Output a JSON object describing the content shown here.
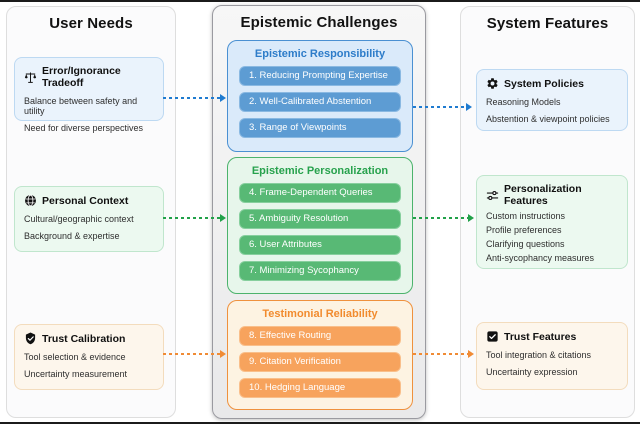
{
  "palette": {
    "blue": "#5d9cd3",
    "green": "#58b975",
    "orange": "#f7a35d",
    "arrow_blue": "#1f7bd0",
    "arrow_green": "#21a149",
    "arrow_orange": "#f08b35"
  },
  "columns": {
    "user_needs": {
      "title": "User Needs",
      "boxes": [
        {
          "icon": "scales-icon",
          "title": "Error/Ignorance Tradeoff",
          "lines": [
            "Balance between safety and utility",
            "Need for diverse perspectives"
          ]
        },
        {
          "icon": "globe-icon",
          "title": "Personal Context",
          "lines": [
            "Cultural/geographic context",
            "Background & expertise"
          ]
        },
        {
          "icon": "shield-check-icon",
          "title": "Trust Calibration",
          "lines": [
            "Tool selection & evidence",
            "Uncertainty measurement"
          ]
        }
      ]
    },
    "challenges": {
      "title": "Epistemic Challenges",
      "sections": [
        {
          "title": "Epistemic Responsibility",
          "items": [
            "1. Reducing Prompting Expertise",
            "2. Well-Calibrated Abstention",
            "3. Range of Viewpoints"
          ]
        },
        {
          "title": "Epistemic Personalization",
          "items": [
            "4. Frame-Dependent Queries",
            "5. Ambiguity Resolution",
            "6. User Attributes",
            "7. Minimizing Sycophancy"
          ]
        },
        {
          "title": "Testimonial Reliability",
          "items": [
            "8. Effective Routing",
            "9. Citation Verification",
            "10. Hedging Language"
          ]
        }
      ]
    },
    "system_features": {
      "title": "System Features",
      "boxes": [
        {
          "icon": "gear-icon",
          "title": "System Policies",
          "lines": [
            "Reasoning Models",
            "Abstention & viewpoint policies"
          ]
        },
        {
          "icon": "sliders-icon",
          "title": "Personalization Features",
          "lines": [
            "Custom instructions",
            "Profile preferences",
            "Clarifying questions",
            "Anti-sycophancy measures"
          ]
        },
        {
          "icon": "checkbox-check-icon",
          "title": "Trust Features",
          "lines": [
            "Tool integration & citations",
            "Uncertainty expression"
          ]
        }
      ]
    }
  }
}
